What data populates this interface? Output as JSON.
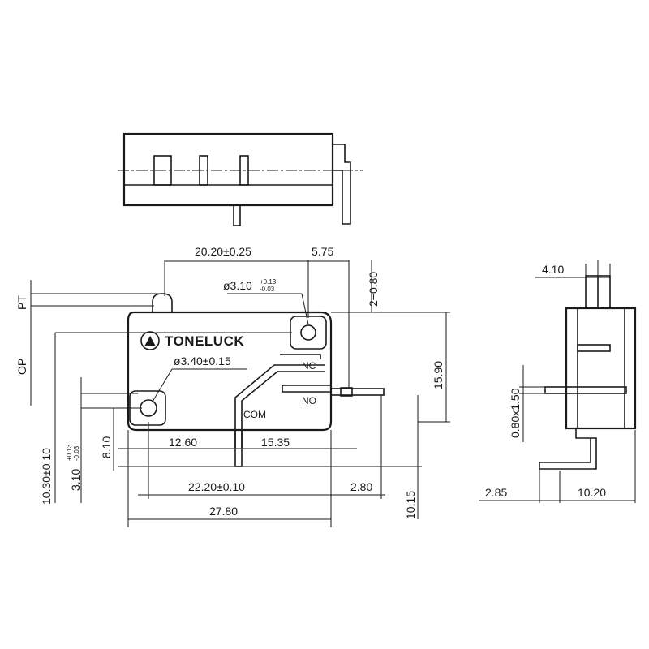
{
  "brand": {
    "name": "TONELUCK"
  },
  "dimensions": {
    "top_width": "20.20±0.25",
    "top_right": "5.75",
    "hole_top_base": "ø3.10",
    "hole_top_tol_plus": "+0.13",
    "hole_top_tol_minus": "-0.03",
    "hole_left": "ø3.40±0.15",
    "vertical_2080": "2−0.80",
    "height_1590": "15.90",
    "pt": "PT",
    "op": "OP",
    "left_1030": "10.30±0.10",
    "left_310_base": "3.10",
    "left_310_tol_plus": "+0.13",
    "left_310_tol_minus": "-0.03",
    "left_810": "8.10",
    "bottom_1260": "12.60",
    "bottom_1535": "15.35",
    "bottom_2220": "22.20±0.10",
    "bottom_280": "2.80",
    "bottom_2780": "27.80",
    "right_1015": "10.15",
    "side_410": "4.10",
    "side_080x150": "0.80x1.50",
    "side_285": "2.85",
    "side_1020": "10.20"
  },
  "terminals": {
    "nc": "NC",
    "no": "NO",
    "com": "COM"
  }
}
